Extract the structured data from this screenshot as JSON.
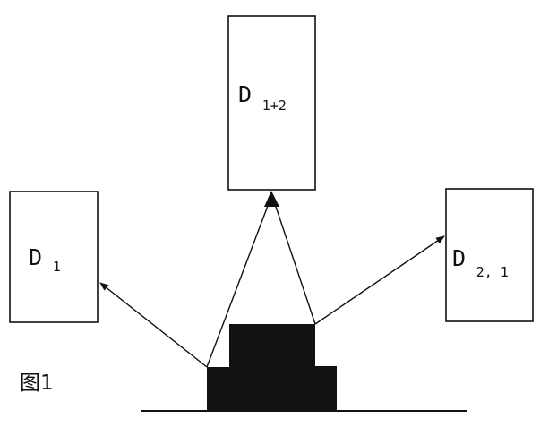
{
  "figure": {
    "caption": "图1"
  },
  "detectors": {
    "left": {
      "symbol": "D",
      "subscript": "1"
    },
    "top": {
      "symbol": "D",
      "subscript": "1+2"
    },
    "right": {
      "symbol": "D",
      "subscript": "2, 1"
    }
  },
  "colors": {
    "ink": "#111111",
    "paper": "#ffffff"
  }
}
